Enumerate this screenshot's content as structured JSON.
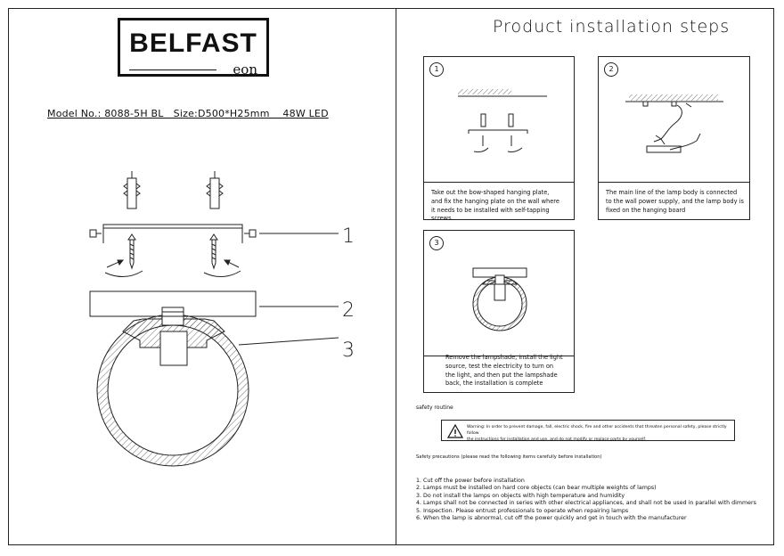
{
  "brand": {
    "name": "BELFAST",
    "sub": "eon"
  },
  "model_line": "Model No.: 8088-5H BL   Size:D500*H25mm    48W LED",
  "callouts": [
    "1",
    "2",
    "3"
  ],
  "title": "Product installation steps",
  "steps": [
    {
      "num": "1",
      "caption": [
        "Take out the bow-shaped hanging plate,",
        "and fix the hanging plate on the wall where",
        "it needs to be installed with self-tapping screws"
      ]
    },
    {
      "num": "2",
      "caption": [
        "The main line of the lamp body is connected",
        "to the wall power supply, and the lamp body is",
        "fixed on the hanging board"
      ]
    },
    {
      "num": "3",
      "caption": [
        "Remove the lampshade, install the light",
        "source, test the electricity to turn on",
        "the light, and then put the lampshade",
        "back, the installation is complete"
      ]
    }
  ],
  "safety_routine": "safety routine",
  "warning": [
    "Warning: In order to prevent damage, fall, electric shock, fire and other accidents that threaten personal safety, please strictly follow",
    "the instructions for installation and use, and do not modify or replace parts by yourself."
  ],
  "precautions_title": "Safety precautions (please read the following items carefully before installation)",
  "precautions": [
    "1. Cut off the power before installation",
    "2. Lamps must be installed on hard core objects (can bear multiple weights of lamps)",
    "3. Do not install the lamps on objects with high temperature and humidity",
    "4. Lamps shall not be connected in series with other electrical appliances, and shall not be used in parallel with dimmers",
    "5. Inspection. Please entrust professionals to operate when repairing lamps",
    "6. When the lamp is abnormal, cut off the power quickly and get in touch with the manufacturer"
  ]
}
